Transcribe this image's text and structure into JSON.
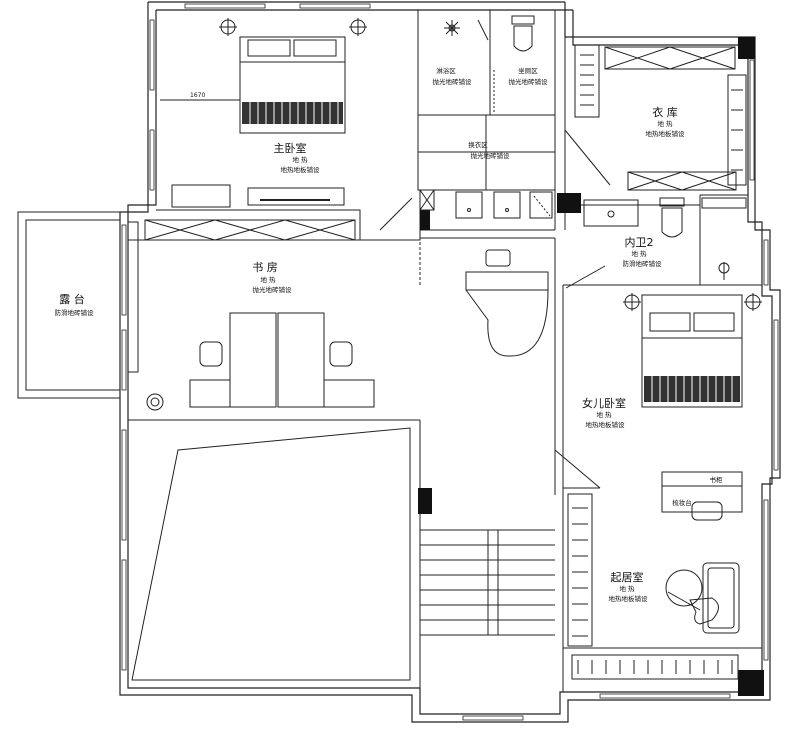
{
  "rooms": {
    "master_bedroom": {
      "name": "主卧室",
      "line1": "地  热",
      "line2": "地热地板铺设"
    },
    "shower": {
      "name": "淋浴区",
      "line1": "抛光地砖铺设"
    },
    "toilet_area": {
      "name": "坐厕区",
      "line1": "抛光地砖铺设"
    },
    "changing": {
      "name": "换衣区",
      "line1": "抛光地砖铺设"
    },
    "closet": {
      "name": "衣  库",
      "line1": "地  热",
      "line2": "地热地板铺设"
    },
    "bath2": {
      "name": "内卫2",
      "line1": "地  热",
      "line2": "防滑地砖铺设"
    },
    "balcony": {
      "name": "露  台",
      "line1": "防滑地砖铺设"
    },
    "study": {
      "name": "书  房",
      "line1": "地  热",
      "line2": "抛光地砖铺设"
    },
    "daughter_room": {
      "name": "女儿卧室",
      "line1": "地  热",
      "line2": "地热地板铺设"
    },
    "living": {
      "name": "起居室",
      "line1": "地  热",
      "line2": "地热地板铺设"
    }
  },
  "labels": {
    "dimension": "1670",
    "bookshelf": "书柜",
    "dresser": "梳妆台"
  },
  "colors": {
    "line": "#222222",
    "fill_dark": "#111111",
    "background": "#ffffff"
  }
}
